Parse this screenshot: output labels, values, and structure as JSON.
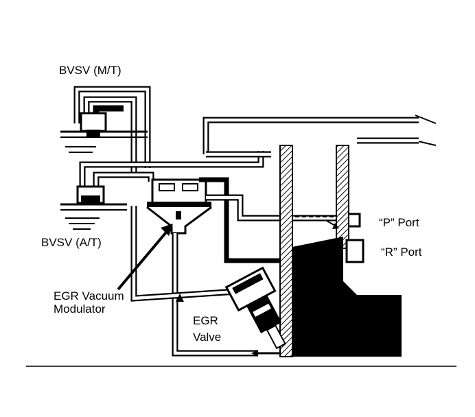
{
  "labels": {
    "bvsv_mt": "BVSV (M/T)",
    "bvsv_at": "BVSV (A/T)",
    "egr_modulator_line1": "EGR Vacuum",
    "egr_modulator_line2": "Modulator",
    "egr_valve_line1": "EGR",
    "egr_valve_line2": "Valve",
    "p_port": "“P” Port",
    "r_port": "“R” Port"
  },
  "colors": {
    "ink": "#000000",
    "paper": "#ffffff"
  }
}
